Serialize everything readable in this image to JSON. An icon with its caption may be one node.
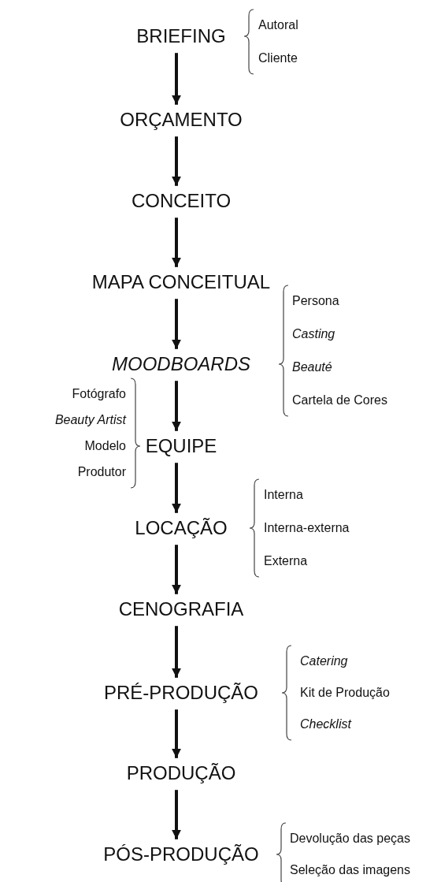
{
  "diagram": {
    "nodes": [
      {
        "text": [
          "BRIEFING"
        ],
        "beside": [
          "Autoral",
          "Cliente"
        ]
      },
      {
        "text": [
          "ORÇAMENTO"
        ]
      },
      {
        "text": [
          "CONCEITO"
        ]
      },
      {
        "text": [
          "MAPA CONCEITUAL"
        ]
      },
      {
        "text": [
          "MOODBOARDS"
        ],
        "beside": [
          "Persona",
          "Casting",
          "Beauté",
          "Cartela de Cores"
        ]
      },
      {
        "text": [
          "EQUIPE"
        ],
        "beside": [
          "Fotógrafo",
          "Beauty Artist",
          "Modelo",
          "Produtor"
        ]
      },
      {
        "text": [
          "LOCAÇÃO"
        ],
        "beside": [
          "Interna",
          "Interna-externa",
          "Externa"
        ]
      },
      {
        "text": [
          "CENOGRAFIA"
        ]
      },
      {
        "text": [
          "PRÉ-PRODUÇÃO"
        ],
        "beside": [
          "Catering",
          "Kit de Produção",
          "Checklist"
        ]
      },
      {
        "text": [
          "PRODUÇÃO"
        ]
      },
      {
        "text": [
          "PÓS-PRODUÇÃO"
        ],
        "beside": [
          "Devolução das peças",
          "Seleção das imagens"
        ]
      }
    ],
    "edges": [
      {
        "from": 0,
        "to": 1,
        "arrow": "to"
      },
      {
        "from": 1,
        "to": 2,
        "arrow": "to"
      },
      {
        "from": 2,
        "to": 3,
        "arrow": "to"
      },
      {
        "from": 3,
        "to": 4,
        "arrow": "to"
      },
      {
        "from": 4,
        "to": 5,
        "arrow": "to"
      },
      {
        "from": 5,
        "to": 6,
        "arrow": "to"
      },
      {
        "from": 6,
        "to": 7,
        "arrow": "to"
      },
      {
        "from": 7,
        "to": 8,
        "arrow": "to"
      },
      {
        "from": 8,
        "to": 9,
        "arrow": "to"
      },
      {
        "from": 9,
        "to": 10,
        "arrow": "to"
      }
    ]
  }
}
